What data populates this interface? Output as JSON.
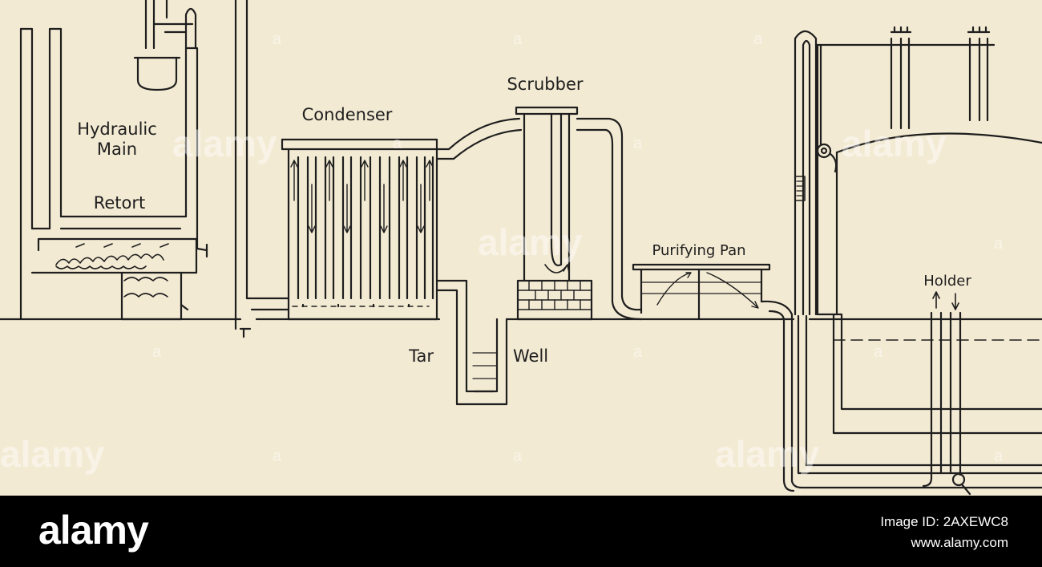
{
  "diagram": {
    "labels": {
      "hydraulic_main_line1": "Hydraulic",
      "hydraulic_main_line2": "Main",
      "retort": "Retort",
      "condenser": "Condenser",
      "scrubber": "Scrubber",
      "tar": "Tar",
      "well": "Well",
      "purifying_pan": "Purifying Pan",
      "holder": "Holder"
    },
    "watermark": "alamy",
    "colors": {
      "background": "#f3ead3",
      "ink": "#1e1e1e"
    }
  },
  "footer": {
    "logo": "alamy",
    "image_id": "Image ID: 2AXEWC8",
    "site": "www.alamy.com"
  }
}
